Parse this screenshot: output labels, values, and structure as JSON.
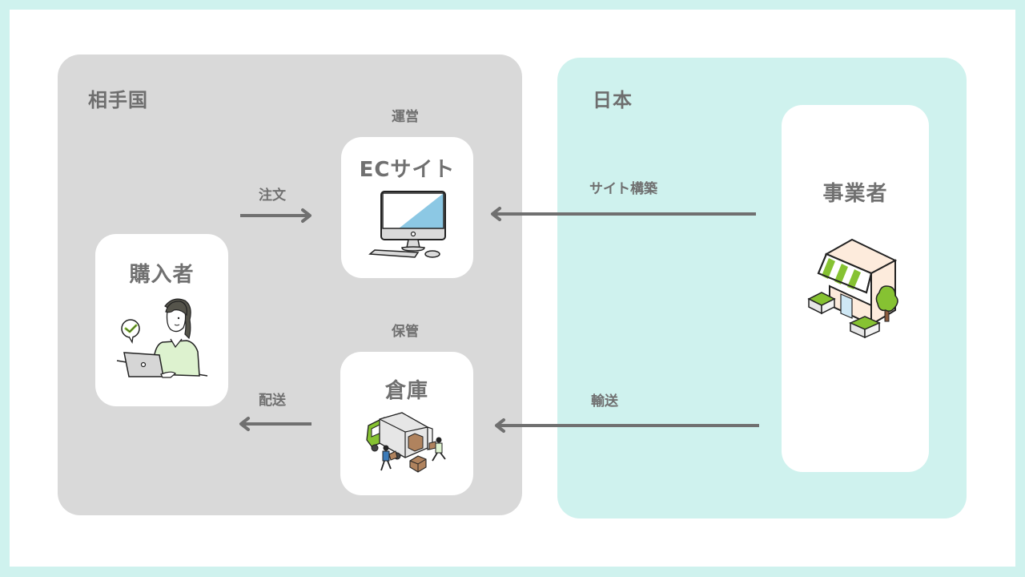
{
  "regions": {
    "foreign": {
      "label": "相手国",
      "color": "#D9D9D9"
    },
    "japan": {
      "label": "日本",
      "color": "#CFF2EE"
    }
  },
  "nodes": {
    "buyer": {
      "label": "購入者",
      "icon": "person-laptop-icon"
    },
    "ec_site": {
      "label": "ECサイト",
      "caption": "運営",
      "icon": "desktop-computer-icon"
    },
    "warehouse": {
      "label": "倉庫",
      "caption": "保管",
      "icon": "delivery-truck-icon"
    },
    "business": {
      "label": "事業者",
      "icon": "storefront-icon"
    }
  },
  "edges": [
    {
      "id": "order",
      "label": "注文",
      "from": "buyer",
      "to": "ec_site"
    },
    {
      "id": "site_build",
      "label": "サイト構築",
      "from": "business",
      "to": "ec_site"
    },
    {
      "id": "transport",
      "label": "輸送",
      "from": "business",
      "to": "warehouse"
    },
    {
      "id": "delivery",
      "label": "配送",
      "from": "warehouse",
      "to": "buyer"
    }
  ],
  "colors": {
    "text": "#707070",
    "arrow": "#707070",
    "frame": "#CFF2EE",
    "accent_green": "#86C232",
    "screen_blue": "#8CC8E4"
  }
}
